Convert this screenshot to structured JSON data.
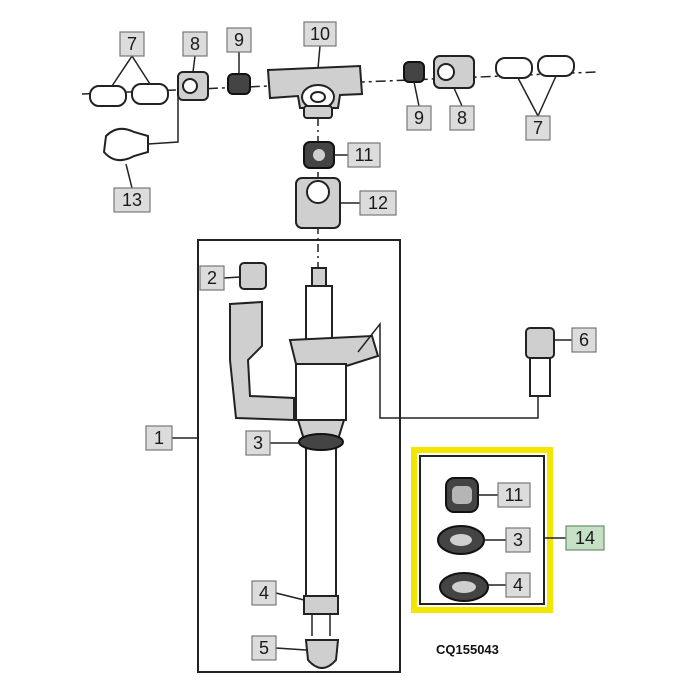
{
  "labels": {
    "l7a": "7",
    "l8a": "8",
    "l9a": "9",
    "l10": "10",
    "l9b": "9",
    "l8b": "8",
    "l7b": "7",
    "l13": "13",
    "l11a": "11",
    "l12": "12",
    "l2": "2",
    "l6": "6",
    "l1": "1",
    "l3a": "3",
    "l4a": "4",
    "l5": "5",
    "l11b": "11",
    "l3b": "3",
    "l4b": "4",
    "l14": "14"
  },
  "caption": "CQ155043",
  "colors": {
    "highlight": "#f2e600",
    "kit_label_fill": "#c5e0c5"
  }
}
